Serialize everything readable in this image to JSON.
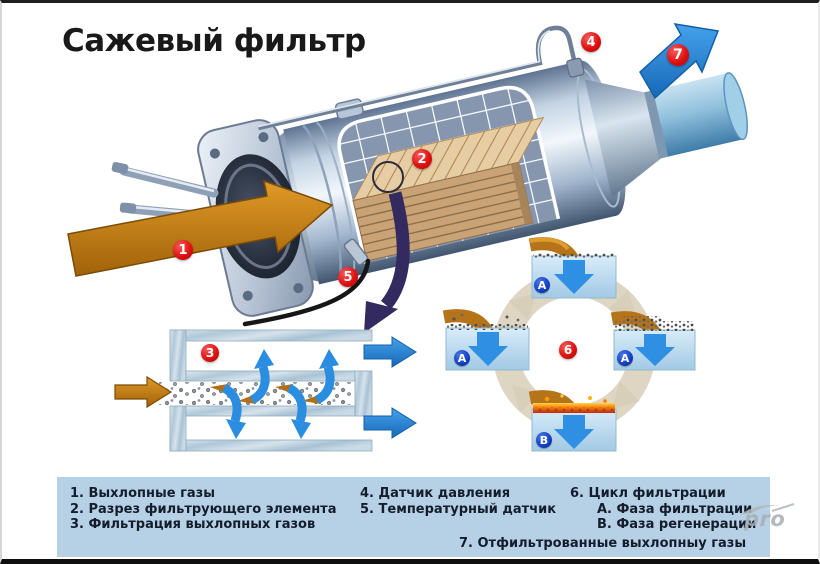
{
  "title": "Сажевый фильтр",
  "callouts": {
    "n1": "1",
    "n2": "2",
    "n3": "3",
    "n4": "4",
    "n5": "5",
    "n6": "6",
    "n7": "7",
    "phaseA": "А",
    "phaseB": "В"
  },
  "legend": {
    "col1": [
      "1. Выхлопные газы",
      "2. Разрез фильтрующего элемента",
      "3. Фильтрация выхлопных газов"
    ],
    "col2": [
      "4. Датчик давления",
      "5. Температурный датчик"
    ],
    "col3_head": "6. Цикл фильтрации",
    "col3_sub": [
      "А. Фаза фильтрации",
      "В. Фаза регенерации"
    ],
    "line7": "7.  Отфильтрованные выхлопныу газы"
  },
  "watermark": "pro",
  "colors": {
    "panel_blue": "#b6d0e5",
    "callout_red": "#e01111",
    "phase_blue": "#1340c0",
    "arrow_blue": "#2b8fe2",
    "arrow_brown": "#c07a16",
    "arrow_navy": "#332a60",
    "ring_beige": "#ded6c2",
    "text_dark": "#141d2c"
  }
}
